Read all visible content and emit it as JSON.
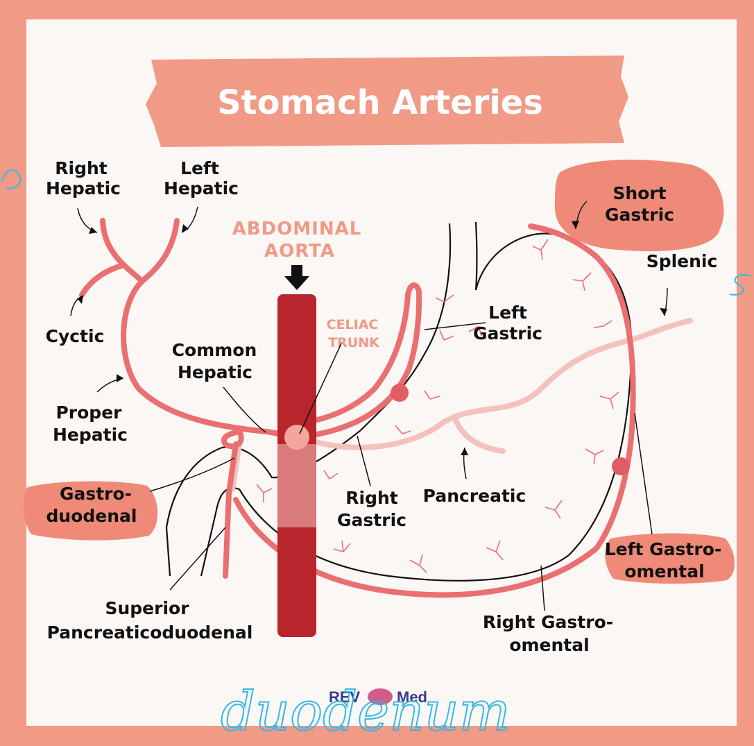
{
  "title": "Stomach Arteries",
  "aorta": {
    "line1": "ABDOMINAL",
    "line2": "AORTA"
  },
  "celiac": {
    "line1": "CELIAC",
    "line2": "TRUNK"
  },
  "labels": {
    "right_hepatic": [
      "Right",
      "Hepatic"
    ],
    "left_hepatic": [
      "Left",
      "Hepatic"
    ],
    "cystic": "Cyctic",
    "proper_hepatic": [
      "Proper",
      "Hepatic"
    ],
    "common_hepatic": [
      "Common",
      "Hepatic"
    ],
    "gastroduodenal": [
      "Gastro-",
      "duodenal"
    ],
    "superior_pancreaticoduodenal": [
      "Superior",
      "Pancreaticoduodenal"
    ],
    "right_gastric": [
      "Right",
      "Gastric"
    ],
    "pancreatic": "Pancreatic",
    "left_gastric": [
      "Left",
      "Gastric"
    ],
    "short_gastric": [
      "Short",
      "Gastric"
    ],
    "splenic": "Splenic",
    "left_gastroomental": [
      "Left Gastro-",
      "omental"
    ],
    "right_gastroomental": [
      "Right Gastro-",
      "omental"
    ]
  },
  "logo": {
    "rev": "REV",
    "med": "Med"
  },
  "handwriting": {
    "bottom": "duodenum"
  },
  "colors": {
    "frame": "#f19a86",
    "artery": "#ea6f70",
    "artery_light": "#f4c2bd",
    "aorta": "#b8252c",
    "highlight": "#f08a78",
    "handwriting": "#33b9e6"
  }
}
